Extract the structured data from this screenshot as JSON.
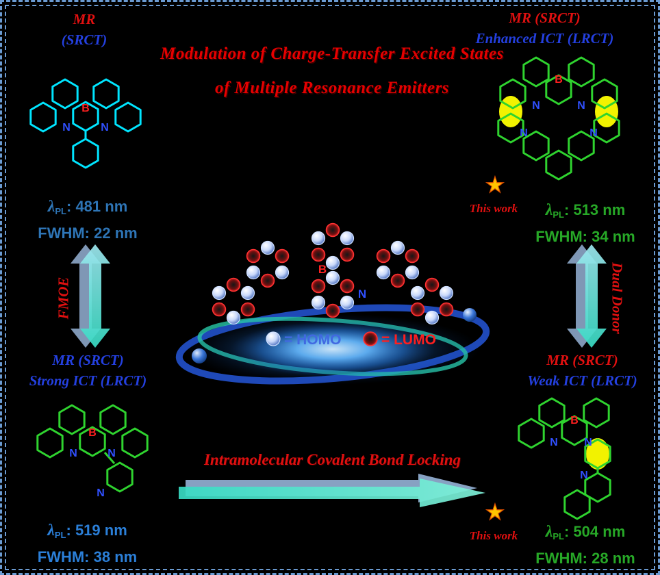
{
  "atoms": {
    "b": "B",
    "n": "N"
  },
  "icons": {
    "star": "★"
  },
  "title": {
    "line1": "Modulation of Charge-Transfer Excited States",
    "line2": "of Multiple Resonance Emitters"
  },
  "legend": {
    "homo": "= HOMO",
    "lumo": "= LUMO"
  },
  "top_left": {
    "state_line1": "MR",
    "state_line2": "(SRCT)",
    "lambda_prefix": "λ",
    "lambda_sub": "PL",
    "lambda_value": ": 481 nm",
    "fwhm": "FWHM: 22 nm"
  },
  "left_transition": {
    "arrow_label": "FMOE",
    "result_line1": "MR (SRCT)",
    "result_line2": "Strong ICT (LRCT)"
  },
  "bottom_left": {
    "lambda_prefix": "λ",
    "lambda_sub": "PL",
    "lambda_value": ": 519 nm",
    "fwhm": "FWHM: 38 nm"
  },
  "top_right": {
    "state_line1": "MR (SRCT)",
    "state_line2": "Enhanced ICT (LRCT)",
    "this_work": "This work",
    "lambda_prefix": "λ",
    "lambda_sub": "PL",
    "lambda_value": ": 513 nm",
    "fwhm": "FWHM: 34 nm"
  },
  "right_transition": {
    "arrow_label": "Dual Donor",
    "result_line1": "MR (SRCT)",
    "result_line2": "Weak ICT (LRCT)"
  },
  "bottom_right": {
    "this_work": "This work",
    "lambda_prefix": "λ",
    "lambda_sub": "PL",
    "lambda_value": ": 504 nm",
    "fwhm": "FWHM: 28 nm"
  },
  "bottom_transition": {
    "label": "Intramolecular Covalent Bond Locking"
  },
  "colors": {
    "title_red": "#e60000",
    "label_blue": "#2440e0",
    "value_blue_top": "#2e75b6",
    "value_blue_bottom": "#2b7fd8",
    "value_green": "#27a827",
    "molecule_cyan": "#00e5ff",
    "molecule_green": "#2fd32f",
    "highlight_yellow": "#ffff00",
    "arrow_teal": "#38dcc4",
    "arrow_lightblue": "#a9c9f2",
    "star_gold": "#ffc400",
    "homo_blue": "#4169e1",
    "lumo_red": "#ff1f1f"
  }
}
